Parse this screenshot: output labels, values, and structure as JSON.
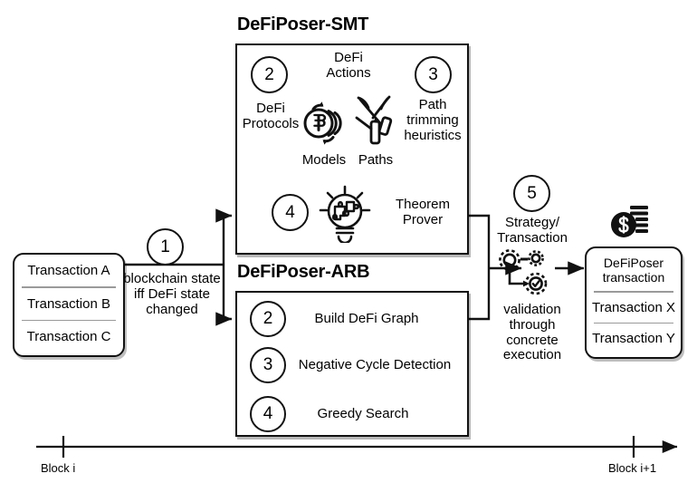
{
  "diagram": {
    "title_smt": "DeFiPoser-SMT",
    "title_arb": "DeFiPoser-ARB"
  },
  "input_card": {
    "rows": [
      "Transaction A",
      "Transaction B",
      "Transaction C"
    ]
  },
  "step1": {
    "number": "1",
    "caption": "blockchain state\niff DeFi state\nchanged"
  },
  "smt": {
    "step2": {
      "number": "2",
      "label": "DeFi\nProtocols",
      "icon": "coins-bitcoin-icon"
    },
    "defi_actions_label": "DeFi\nActions",
    "step3": {
      "number": "3",
      "label": "Path\ntrimming\nheuristics",
      "icon": "pruning-shears-icon"
    },
    "models_label": "Models",
    "paths_label": "Paths",
    "step4": {
      "number": "4",
      "label": "Theorem\nProver",
      "icon": "lightbulb-puzzle-icon"
    }
  },
  "arb": {
    "steps": [
      {
        "number": "2",
        "label": "Build DeFi Graph"
      },
      {
        "number": "3",
        "label": "Negative Cycle Detection"
      },
      {
        "number": "4",
        "label": "Greedy Search"
      }
    ]
  },
  "step5": {
    "number": "5",
    "label_top": "Strategy/\nTransaction",
    "label_bottom": "validation\nthrough\nconcrete\nexecution",
    "icon": "gears-validation-icon"
  },
  "output_card": {
    "title": "DeFiPoser\ntransaction",
    "rows": [
      "Transaction X",
      "Transaction Y"
    ],
    "icon": "dollar-coins-icon"
  },
  "timeline": {
    "start_label": "Block i",
    "end_label": "Block i+1"
  },
  "colors": {
    "stroke": "#111111",
    "rule": "#9a9a9a",
    "background": "#ffffff"
  }
}
